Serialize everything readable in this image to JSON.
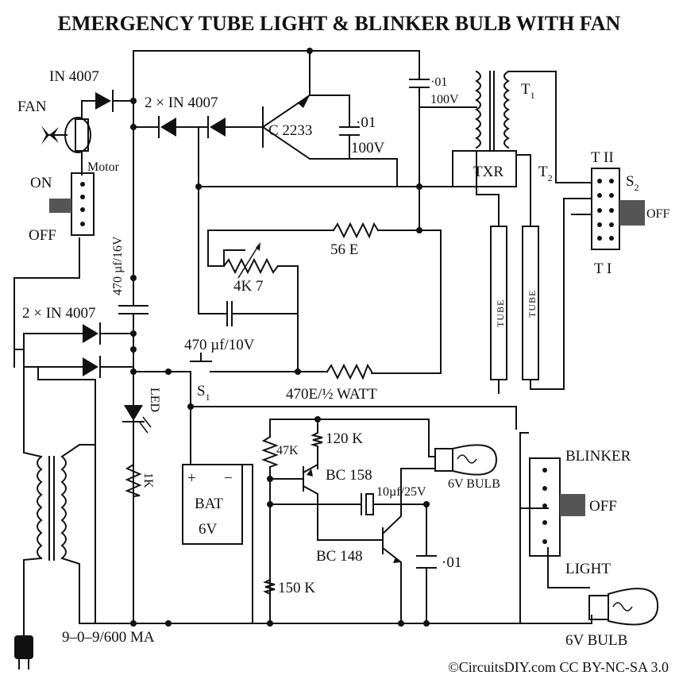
{
  "title": "EMERGENCY TUBE LIGHT & BLINKER BULB WITH FAN",
  "credit": "©CircuitsDIY.com CC BY-NC-SA 3.0",
  "labels": {
    "diode_top": "IN 4007",
    "fan": "FAN",
    "motor": "Motor",
    "on": "ON",
    "off_fan": "OFF",
    "diodes_pair_top": "2 × IN 4007",
    "transistor_c2233": "C 2233",
    "cap_01_a": "·01",
    "cap_100v_a": "100V",
    "cap_01_b": "·01",
    "cap_100v_b": "100V",
    "t1": "T",
    "t1_sub": "1",
    "t2": "T",
    "t2_sub": "2",
    "txr": "TXR",
    "tii": "T II",
    "ti": "T I",
    "s2": "S",
    "s2_sub": "2",
    "off_tube": "OFF",
    "res_56e": "56  E",
    "pot_4k7": "4K 7",
    "cap_470_16v": "470 µf/16V",
    "diodes_pair_left": "2 × IN 4007",
    "cap_470_10v": "470  µf/10V",
    "led": "LED",
    "res_470e": "470E/½ WATT",
    "s1": "S",
    "s1_sub": "1",
    "res_1k": "1K",
    "bat_plus": "+",
    "bat_minus": "−",
    "bat": "BAT",
    "bat_v": "6V",
    "res_47k": "47K",
    "res_120k": "120 K",
    "bc158": "BC 158",
    "cap_10uf": "10µf/25V",
    "bulb_blinker": "6V BULB",
    "blinker": "BLINKER",
    "off_blinker": "OFF",
    "light": "LIGHT",
    "bc148": "BC 148",
    "cap_01_c": "·01",
    "res_150k": "150 K",
    "transformer": "9–0–9/600  MA",
    "bulb_light": "6V BULB",
    "tube": "TUBE"
  }
}
